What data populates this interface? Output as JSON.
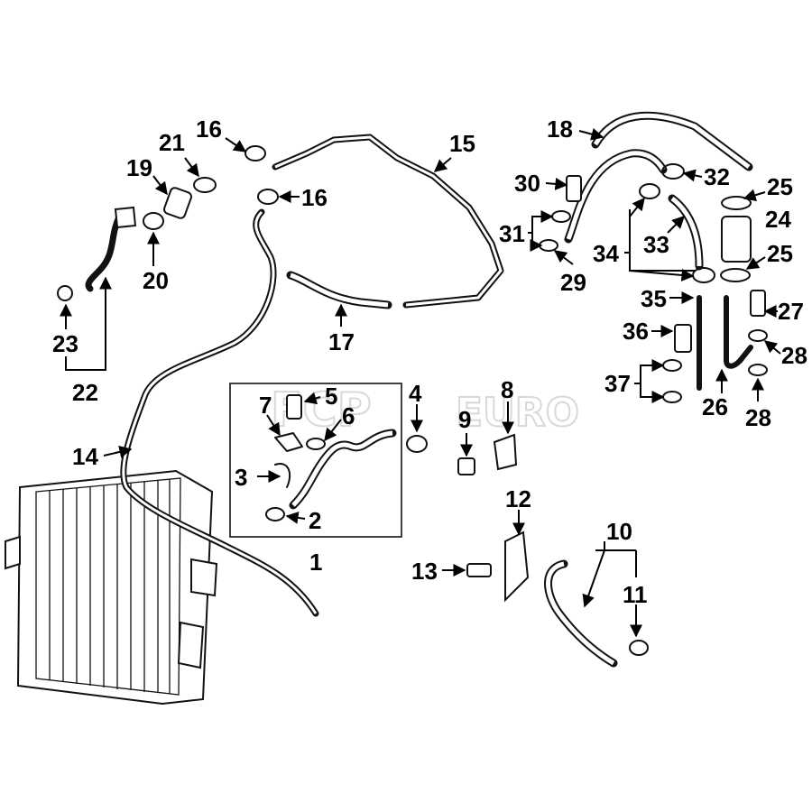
{
  "watermark": {
    "brand_a": "FCP",
    "brand_b": "EURO"
  },
  "callouts": [
    {
      "label": "1"
    },
    {
      "label": "2"
    },
    {
      "label": "3"
    },
    {
      "label": "4"
    },
    {
      "label": "5"
    },
    {
      "label": "6"
    },
    {
      "label": "7"
    },
    {
      "label": "8"
    },
    {
      "label": "9"
    },
    {
      "label": "10"
    },
    {
      "label": "11"
    },
    {
      "label": "12"
    },
    {
      "label": "13"
    },
    {
      "label": "14"
    },
    {
      "label": "15"
    },
    {
      "label": "16"
    },
    {
      "label": "16"
    },
    {
      "label": "17"
    },
    {
      "label": "18"
    },
    {
      "label": "19"
    },
    {
      "label": "20"
    },
    {
      "label": "21"
    },
    {
      "label": "22"
    },
    {
      "label": "23"
    },
    {
      "label": "24"
    },
    {
      "label": "25"
    },
    {
      "label": "25"
    },
    {
      "label": "26"
    },
    {
      "label": "27"
    },
    {
      "label": "28"
    },
    {
      "label": "28"
    },
    {
      "label": "29"
    },
    {
      "label": "30"
    },
    {
      "label": "31"
    },
    {
      "label": "32"
    },
    {
      "label": "33"
    },
    {
      "label": "34"
    },
    {
      "label": "35"
    },
    {
      "label": "36"
    },
    {
      "label": "37"
    }
  ],
  "colors": {
    "line": "#111111",
    "watermark": "#d8d8d8",
    "background": "#ffffff"
  }
}
